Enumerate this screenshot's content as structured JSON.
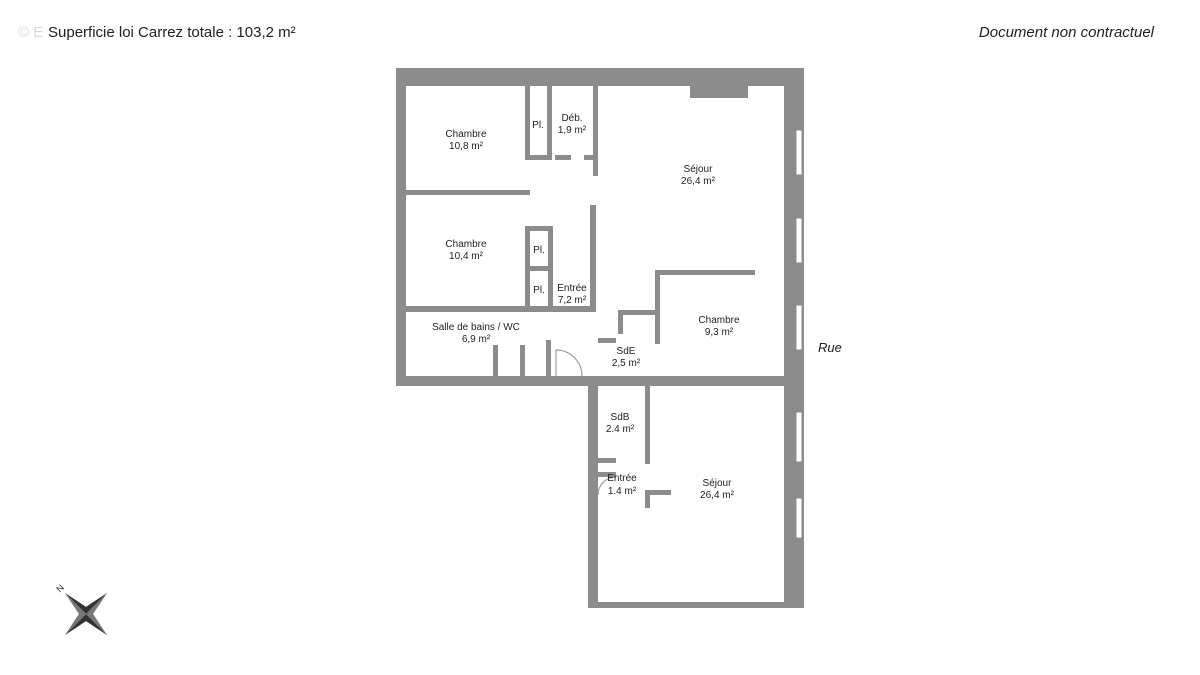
{
  "header": {
    "watermark": "© E",
    "area_total": "Superficie loi Carrez totale : 103,2 m²",
    "disclaimer": "Document non contractuel"
  },
  "street_label": "Rue",
  "compass": {
    "north_label": "N"
  },
  "rooms": {
    "chambre_1": {
      "name": "Chambre",
      "area": "10,8 m²"
    },
    "placard_1": {
      "name": "Pl."
    },
    "debarras": {
      "name": "Déb.",
      "area": "1,9 m²"
    },
    "sejour_1": {
      "name": "Séjour",
      "area": "26,4 m²"
    },
    "chambre_2": {
      "name": "Chambre",
      "area": "10,4 m²"
    },
    "placard_2": {
      "name": "Pl."
    },
    "placard_3": {
      "name": "Pl."
    },
    "entree_1": {
      "name": "Entrée",
      "area": "7,2 m²"
    },
    "chambre_3": {
      "name": "Chambre",
      "area": "9,3 m²"
    },
    "sdb_wc": {
      "name": "Salle de bains / WC",
      "area": "6,9 m²"
    },
    "sde": {
      "name": "SdE",
      "area": "2,5 m²"
    },
    "sdb": {
      "name": "SdB",
      "area": "2.4 m²"
    },
    "entree_2": {
      "name": "Entrée",
      "area": "1.4 m²"
    },
    "sejour_2": {
      "name": "Séjour",
      "area": "26,4 m²"
    }
  },
  "colors": {
    "wall": "#8c8c8c",
    "background": "#ffffff",
    "text": "#222222"
  }
}
